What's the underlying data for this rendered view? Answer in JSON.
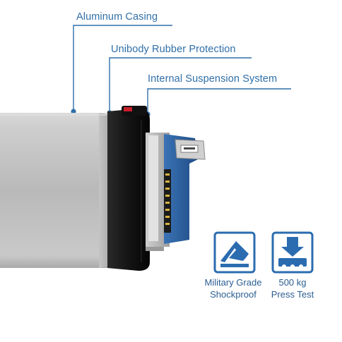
{
  "callouts": {
    "aluminum": "Aluminum Casing",
    "rubber": "Unibody Rubber Protection",
    "suspension": "Internal Suspension System"
  },
  "badges": {
    "military": {
      "line1": "Military Grade",
      "line2": "Shockproof",
      "icon": "shockproof-icon"
    },
    "press": {
      "line1": "500 kg",
      "line2": "Press Test",
      "icon": "press-test-icon"
    }
  },
  "colors": {
    "callout_blue": "#2f6fa8",
    "badge_blue": "#2b6cb0",
    "casing_silver": "#bdbdbd",
    "rubber_black": "#151515",
    "pcb_blue": "#2d5f9c"
  }
}
